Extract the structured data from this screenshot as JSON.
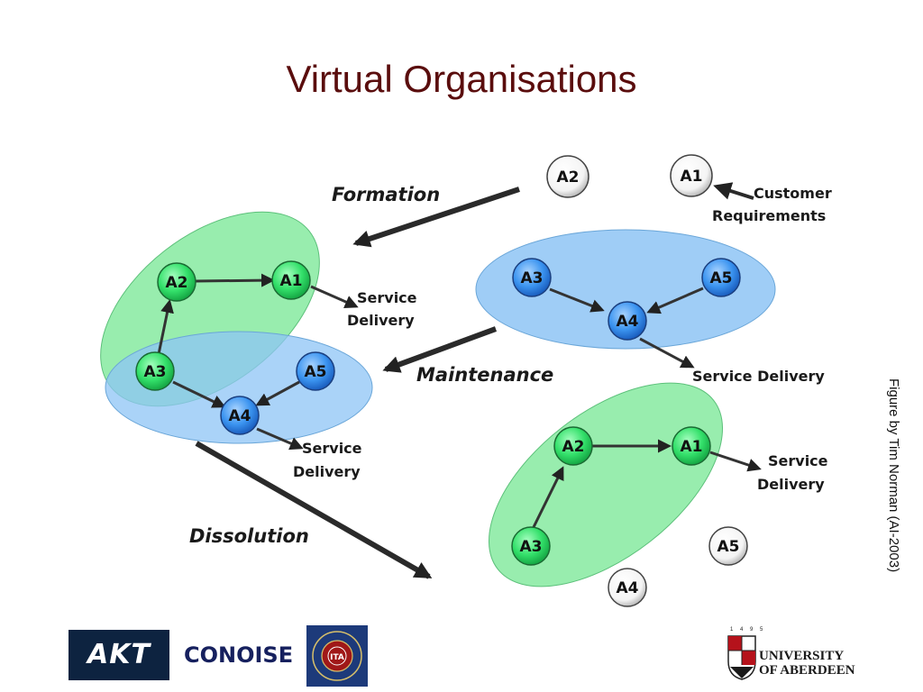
{
  "title": "Virtual Organisations",
  "credit": "Figure by Tim Norman (AI-2003)",
  "stages": {
    "formation": "Formation",
    "maintenance": "Maintenance",
    "dissolution": "Dissolution"
  },
  "labels": {
    "customer_line1": "Customer",
    "customer_line2": "Requirements",
    "service": "Service",
    "delivery": "Delivery",
    "service_delivery": "Service Delivery"
  },
  "agents": [
    "A1",
    "A2",
    "A3",
    "A4",
    "A5"
  ],
  "colors": {
    "title": "#5a0d0d",
    "green_node": "#33e06a",
    "blue_node": "#3b94f0",
    "green_region": "#7ee89a",
    "blue_region": "#8ec4f5",
    "white_node": "#ffffff"
  },
  "logos": {
    "akt": "AKT",
    "conoise": "CONOISE",
    "ita": "ITA",
    "abdn_years": "1 4 9 5",
    "abdn_line1": "UNIVERSITY",
    "abdn_line2": "OF ABERDEEN"
  }
}
